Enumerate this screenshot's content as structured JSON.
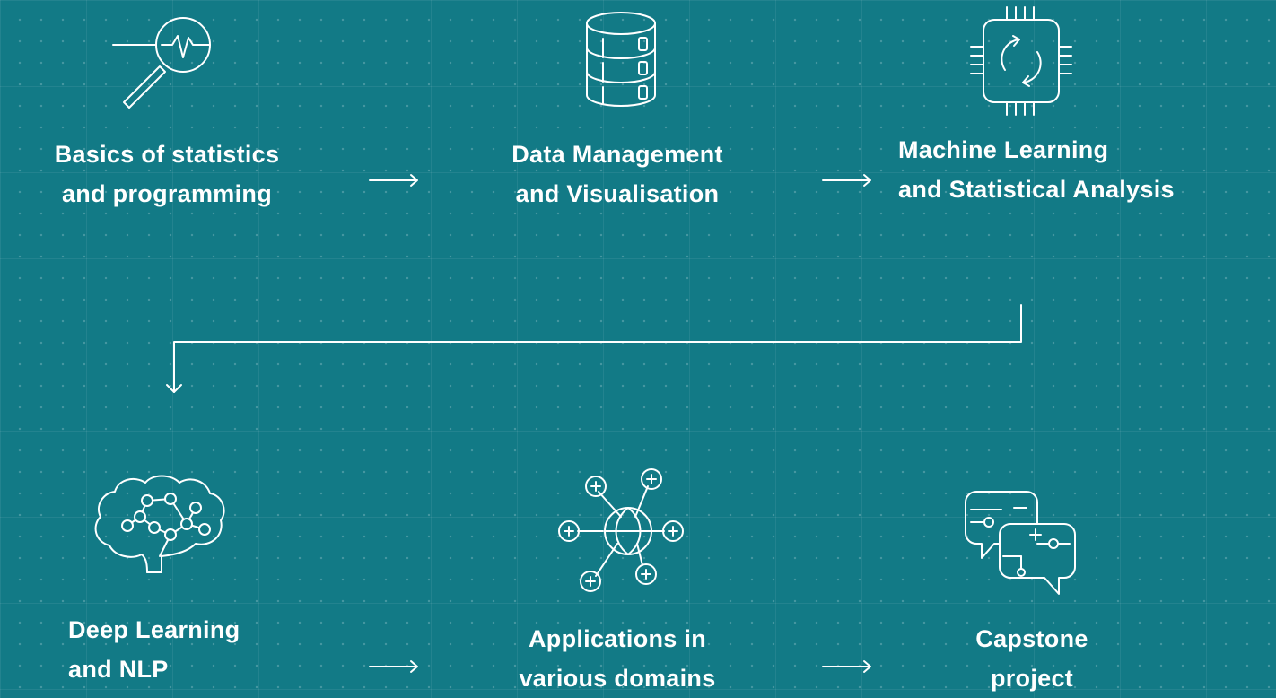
{
  "stages": [
    {
      "icon": "magnifier-pulse-icon",
      "line1": "Basics of statistics",
      "line2": "and programming"
    },
    {
      "icon": "database-icon",
      "line1": "Data Management",
      "line2": "and Visualisation"
    },
    {
      "icon": "processor-chip-icon",
      "line1": "Machine Learning",
      "line2": "and Statistical Analysis"
    },
    {
      "icon": "brain-network-icon",
      "line1": "Deep Learning",
      "line2": "and NLP"
    },
    {
      "icon": "globe-network-icon",
      "line1": "Applications in",
      "line2": "various domains"
    },
    {
      "icon": "chat-bubbles-icon",
      "line1": "Capstone",
      "line2": "project"
    }
  ],
  "colors": {
    "background": "#127a86",
    "foreground": "#ffffff"
  }
}
